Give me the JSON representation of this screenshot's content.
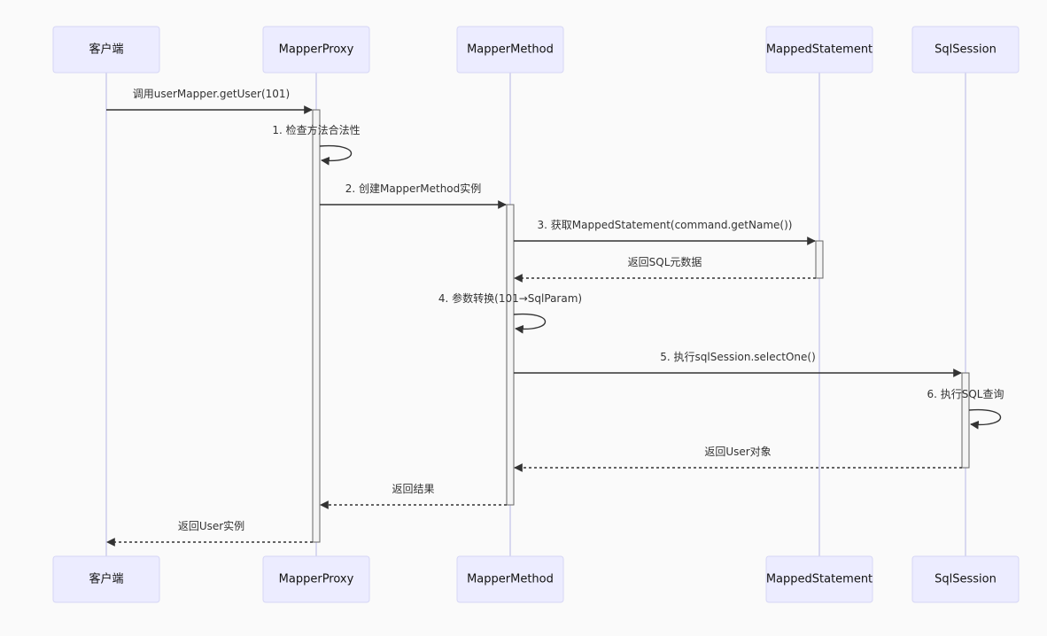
{
  "participants": [
    {
      "id": "client",
      "label": "客户端"
    },
    {
      "id": "proxy",
      "label": "MapperProxy"
    },
    {
      "id": "method",
      "label": "MapperMethod"
    },
    {
      "id": "stmt",
      "label": "MappedStatement"
    },
    {
      "id": "session",
      "label": "SqlSession"
    }
  ],
  "messages": [
    {
      "from": "client",
      "to": "proxy",
      "label": "调用userMapper.getUser(101)",
      "type": "solid"
    },
    {
      "from": "proxy",
      "to": "proxy",
      "label": "1. 检查方法合法性",
      "type": "self"
    },
    {
      "from": "proxy",
      "to": "method",
      "label": "2. 创建MapperMethod实例",
      "type": "solid"
    },
    {
      "from": "method",
      "to": "stmt",
      "label": "3. 获取MappedStatement(command.getName())",
      "type": "solid"
    },
    {
      "from": "stmt",
      "to": "method",
      "label": "返回SQL元数据",
      "type": "dashed"
    },
    {
      "from": "method",
      "to": "method",
      "label": "4. 参数转换(101→SqlParam)",
      "type": "self"
    },
    {
      "from": "method",
      "to": "session",
      "label": "5. 执行sqlSession.selectOne()",
      "type": "solid"
    },
    {
      "from": "session",
      "to": "session",
      "label": "6. 执行SQL查询",
      "type": "self"
    },
    {
      "from": "session",
      "to": "method",
      "label": "返回User对象",
      "type": "dashed"
    },
    {
      "from": "method",
      "to": "proxy",
      "label": "返回结果",
      "type": "dashed"
    },
    {
      "from": "proxy",
      "to": "client",
      "label": "返回User实例",
      "type": "dashed"
    }
  ]
}
